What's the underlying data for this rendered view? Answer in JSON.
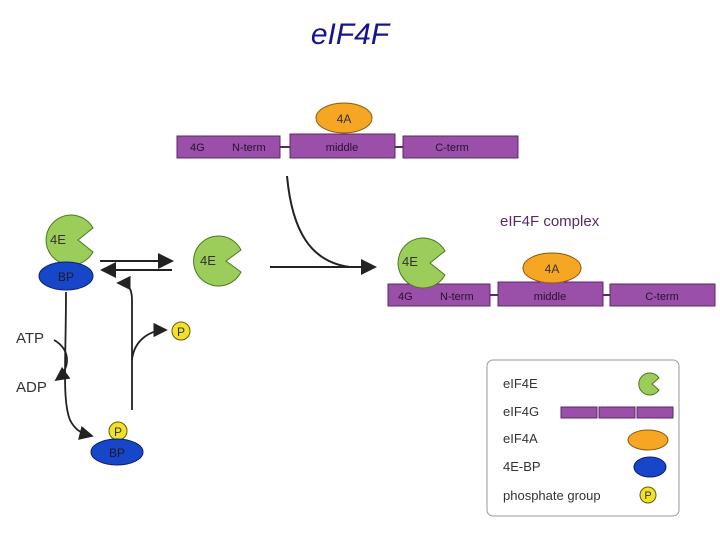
{
  "slide_title": "eIF4F",
  "colors": {
    "purple_bar": "#9a4fa8",
    "purple_dark": "#5a2a66",
    "orange_4a": "#f5a623",
    "green_4e": "#9ccc5a",
    "blue_bp": "#1846c8",
    "yellow_p": "#f0e12a"
  },
  "top_4g": {
    "segment_4g": "4G",
    "segment_nterm": "N-term",
    "segment_middle": "middle",
    "segment_cterm": "C-term",
    "bound_4a": "4A"
  },
  "left_complex": {
    "label_4e": "4E",
    "label_bp": "BP"
  },
  "free_4e": {
    "label": "4E"
  },
  "phosphorylation": {
    "atp": "ATP",
    "adp": "ADP",
    "p_released": "P",
    "p_on_bp": "P",
    "bp_label": "BP"
  },
  "complex_title": "eIF4F complex",
  "right_complex": {
    "label_4e": "4E",
    "label_4a": "4A",
    "segment_4g": "4G",
    "segment_nterm": "N-term",
    "segment_middle": "middle",
    "segment_cterm": "C-term"
  },
  "legend": {
    "items": [
      {
        "label": "eIF4E",
        "icon": "4e-pacman-icon"
      },
      {
        "label": "eIF4G",
        "icon": "4g-bar-icon"
      },
      {
        "label": "eIF4A",
        "icon": "4a-oval-icon"
      },
      {
        "label": "4E-BP",
        "icon": "bp-oval-icon"
      },
      {
        "label": "phosphate group",
        "icon": "phosphate-icon"
      }
    ],
    "phosphate_symbol": "P"
  }
}
